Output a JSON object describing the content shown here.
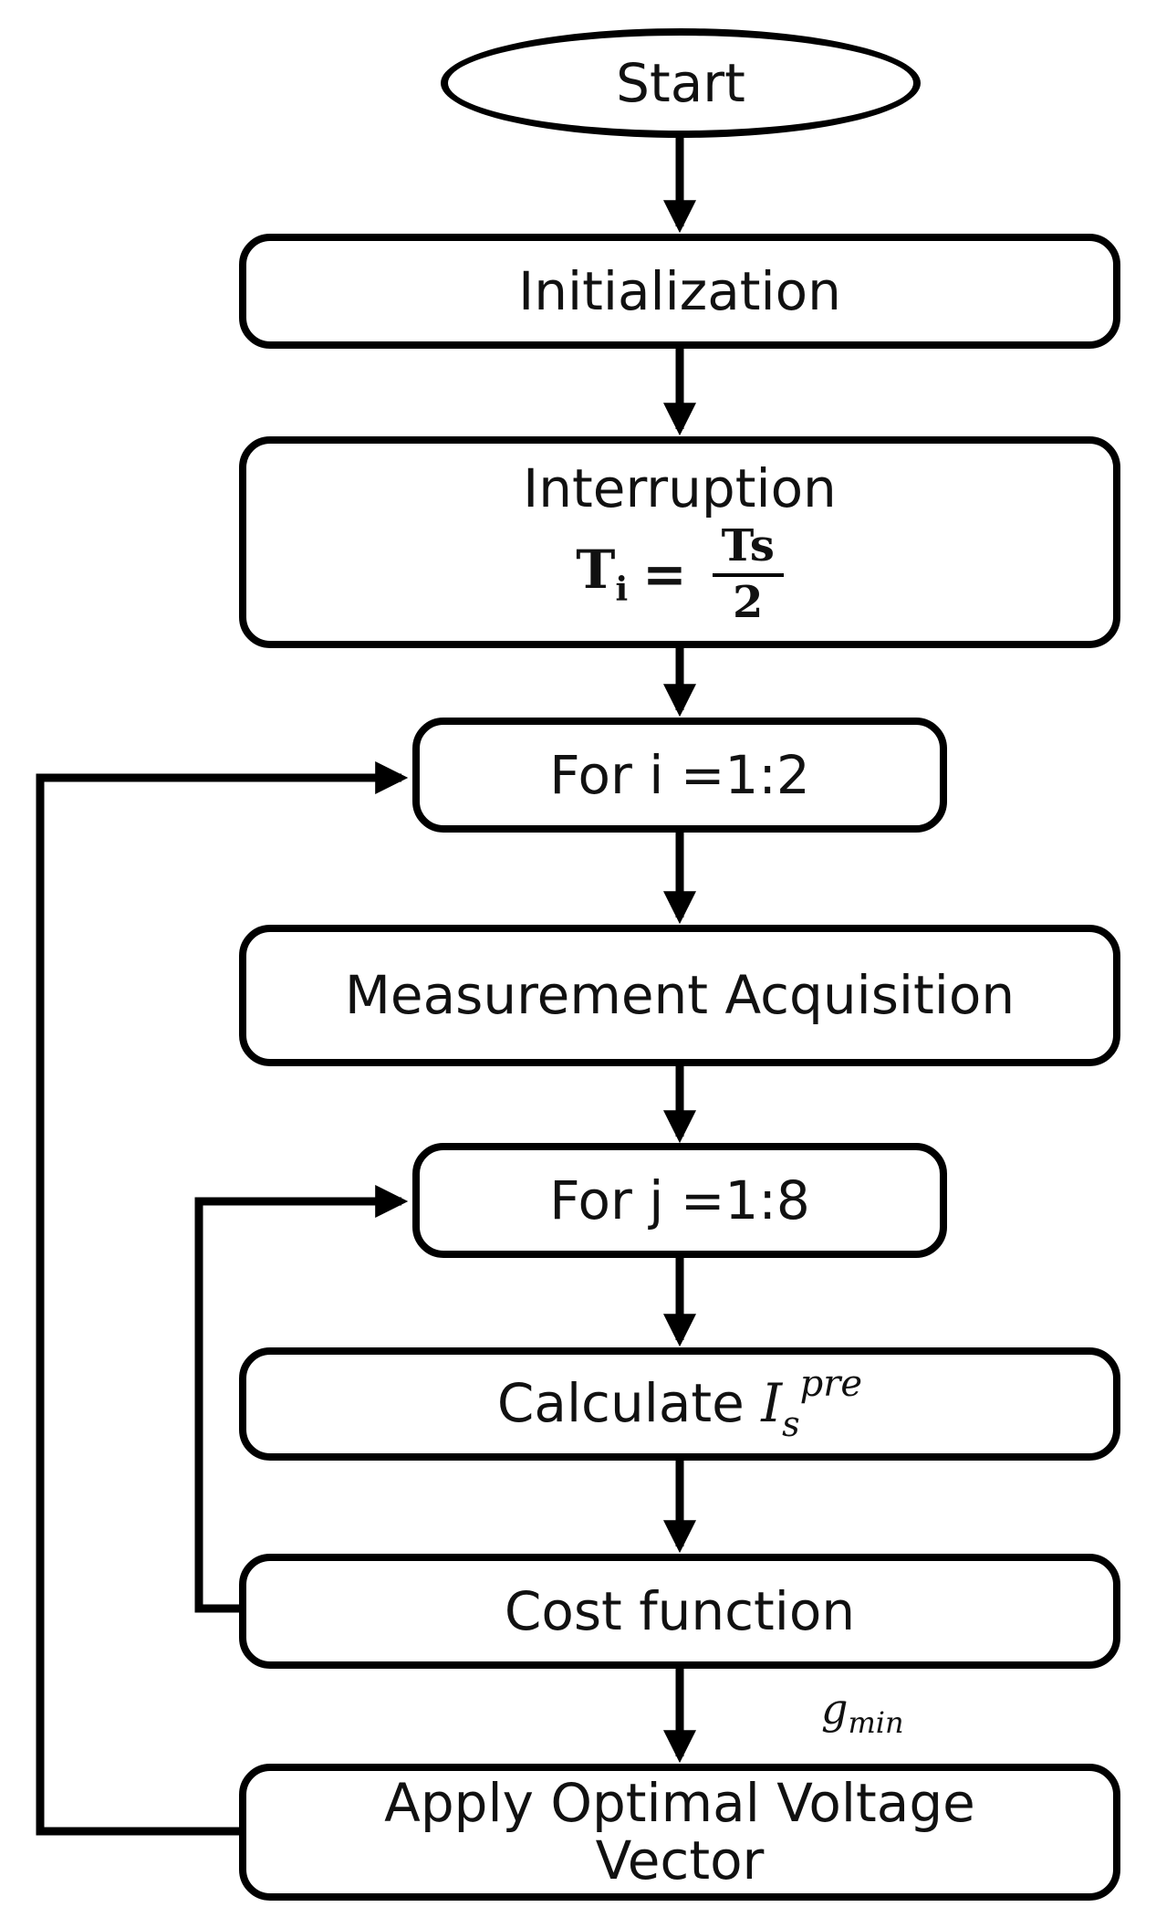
{
  "flowchart": {
    "start": "Start",
    "initialization": "Initialization",
    "interruption": {
      "label": "Interruption",
      "formula_lhs_base": "T",
      "formula_lhs_sub": "i",
      "formula_eq": "=",
      "formula_numerator": "Ts",
      "formula_denominator": "2"
    },
    "loop_i": "For i =1:2",
    "measurement": "Measurement Acquisition",
    "loop_j": "For j =1:8",
    "calculate": {
      "label": "Calculate",
      "symbol": "I",
      "subscript": "s",
      "superscript": "pre"
    },
    "cost_function": "Cost function",
    "gmin_base": "g",
    "gmin_sub": "min",
    "apply_line1": "Apply Optimal Voltage",
    "apply_line2": "Vector"
  }
}
